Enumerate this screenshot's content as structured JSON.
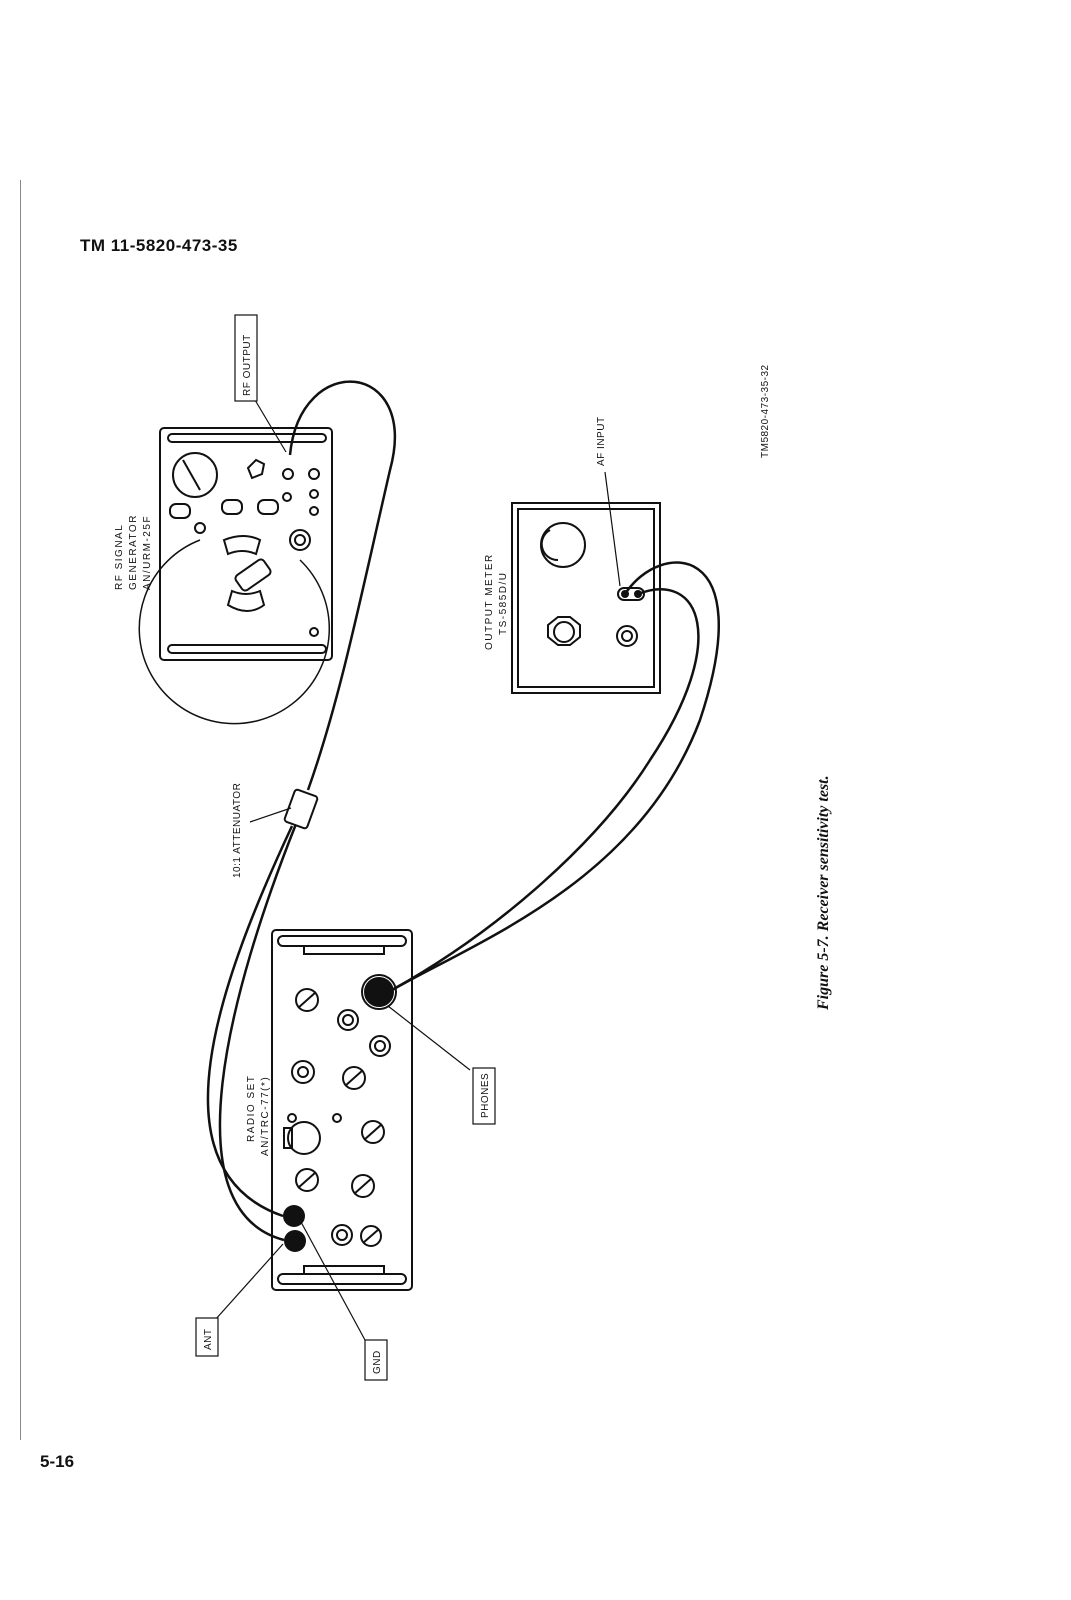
{
  "header": {
    "doc_number": "TM 11-5820-473-35"
  },
  "footer": {
    "page_number": "5-16"
  },
  "figure": {
    "caption": "Figure 5-7. Receiver sensitivity test.",
    "figure_id": "TM5820-473-35-32",
    "callouts": {
      "rf_output": "RF OUTPUT",
      "attenuator": "10:1 ATTENUATOR",
      "af_input": "AF INPUT",
      "phones": "PHONES",
      "ant": "ANT",
      "gnd": "GND"
    },
    "equipment": {
      "signal_generator": {
        "line1": "RF SIGNAL",
        "line2": "GENERATOR",
        "line3": "AN/URM-25F"
      },
      "output_meter": {
        "line1": "OUTPUT METER",
        "line2": "TS-585D/U"
      },
      "radio_set": {
        "line1": "RADIO SET",
        "line2": "AN/TRC-77(*)"
      }
    }
  }
}
